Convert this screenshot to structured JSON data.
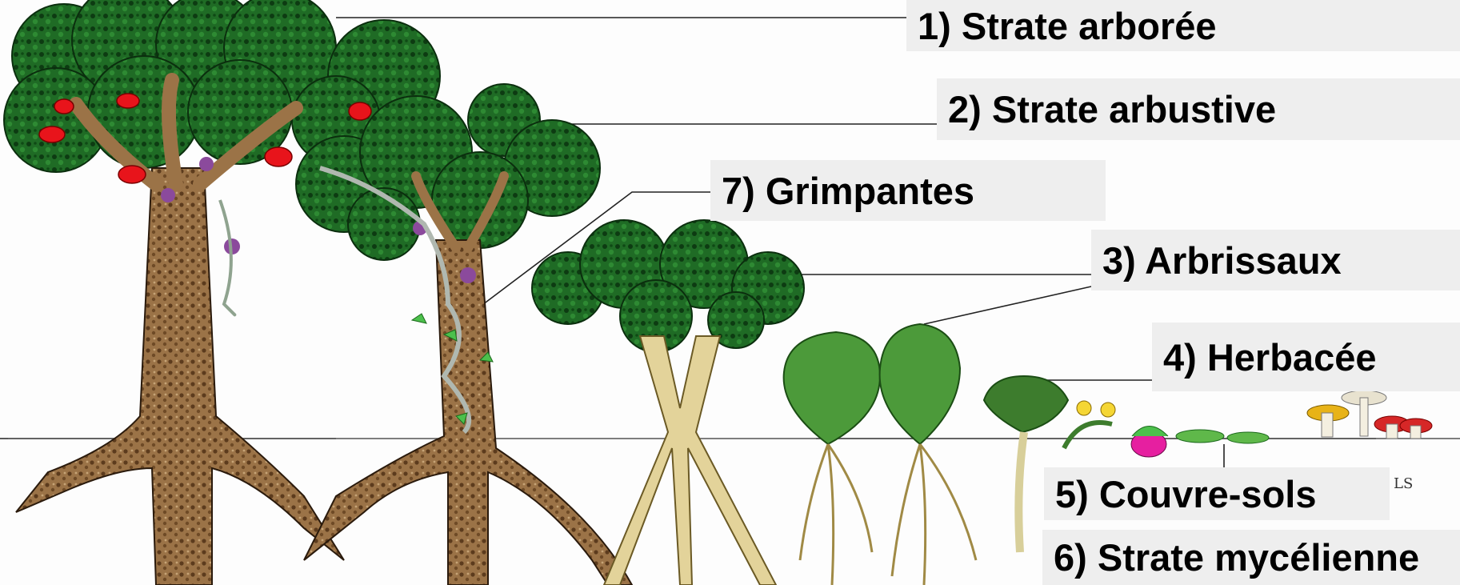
{
  "diagram": {
    "layers": [
      {
        "id": "1",
        "label": "1) Strate arborée"
      },
      {
        "id": "2",
        "label": "2) Strate arbustive"
      },
      {
        "id": "7",
        "label": "7) Grimpantes"
      },
      {
        "id": "3",
        "label": "3) Arbrissaux"
      },
      {
        "id": "4",
        "label": "4) Herbacée"
      },
      {
        "id": "5",
        "label": "5) Couvre-sols"
      },
      {
        "id": "6",
        "label": "6) Strate mycélienne"
      }
    ],
    "signature": "LS",
    "colors": {
      "foliage": "#1f6b25",
      "foliage_dark": "#0d3b12",
      "trunk": "#9b7347",
      "trunk_dark": "#4a2f17",
      "shrub_root": "#e3d39a",
      "fruit": "#e8141b",
      "grape": "#8b4a9c",
      "leaf_light": "#4cc04c",
      "label_bg": "#eeeeee"
    }
  }
}
